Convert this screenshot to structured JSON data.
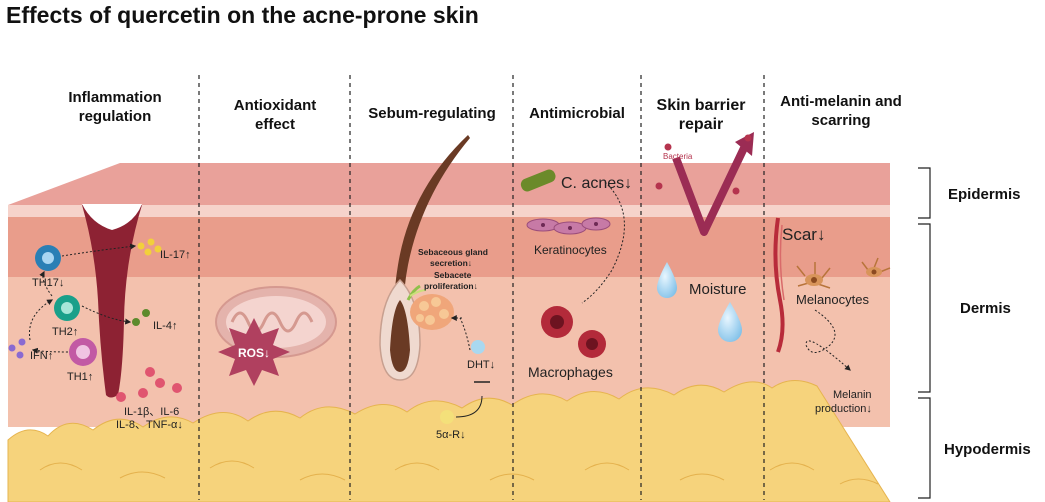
{
  "title": "Effects of quercetin on the acne-prone skin",
  "columns": [
    {
      "heading": "Inflammation\nregulation"
    },
    {
      "heading": "Antioxidant\neffect"
    },
    {
      "heading": "Sebum-regulating"
    },
    {
      "heading": "Antimicrobial"
    },
    {
      "heading": "Skin barrier\nrepair"
    },
    {
      "heading": "Anti-melanin and\nscarring"
    }
  ],
  "layers": {
    "epidermis": "Epidermis",
    "dermis": "Dermis",
    "hypodermis": "Hypodermis"
  },
  "inflammation": {
    "il17": "IL-17↑",
    "th17": "TH17↓",
    "th2": "TH2↑",
    "il4": "IL-4↑",
    "ifn": "IFN↑",
    "th1": "TH1↑",
    "il1b_il6": "IL-1β、IL-6",
    "il8_tnf": "IL-8、TNF-α↓"
  },
  "antioxidant": {
    "ros": "ROS↓"
  },
  "sebum": {
    "gland_line1": "Sebaceous gland",
    "gland_line2": "secretion↓",
    "prolif_line1": "Sebacete",
    "prolif_line2": "proliferation↓",
    "dht": "DHT↓",
    "five_ar": "5α-R↓"
  },
  "antimicrobial": {
    "c_acnes": "C. acnes↓",
    "keratinocytes": "Keratinocytes",
    "macrophages": "Macrophages"
  },
  "barrier": {
    "bacteria": "Bacteria",
    "moisture": "Moisture"
  },
  "melanin": {
    "scar": "Scar↓",
    "melanocytes": "Melanocytes",
    "production_line1": "Melanin",
    "production_line2": "production↓"
  },
  "colors": {
    "skin_top": "#e8a39b",
    "skin_front": "#f0bba9",
    "dermis": "#f3c4b0",
    "hypodermis": "#f7d57f",
    "hair": "#6a3a24",
    "arrow": "#9b2c54",
    "ros": "#b0405f"
  }
}
